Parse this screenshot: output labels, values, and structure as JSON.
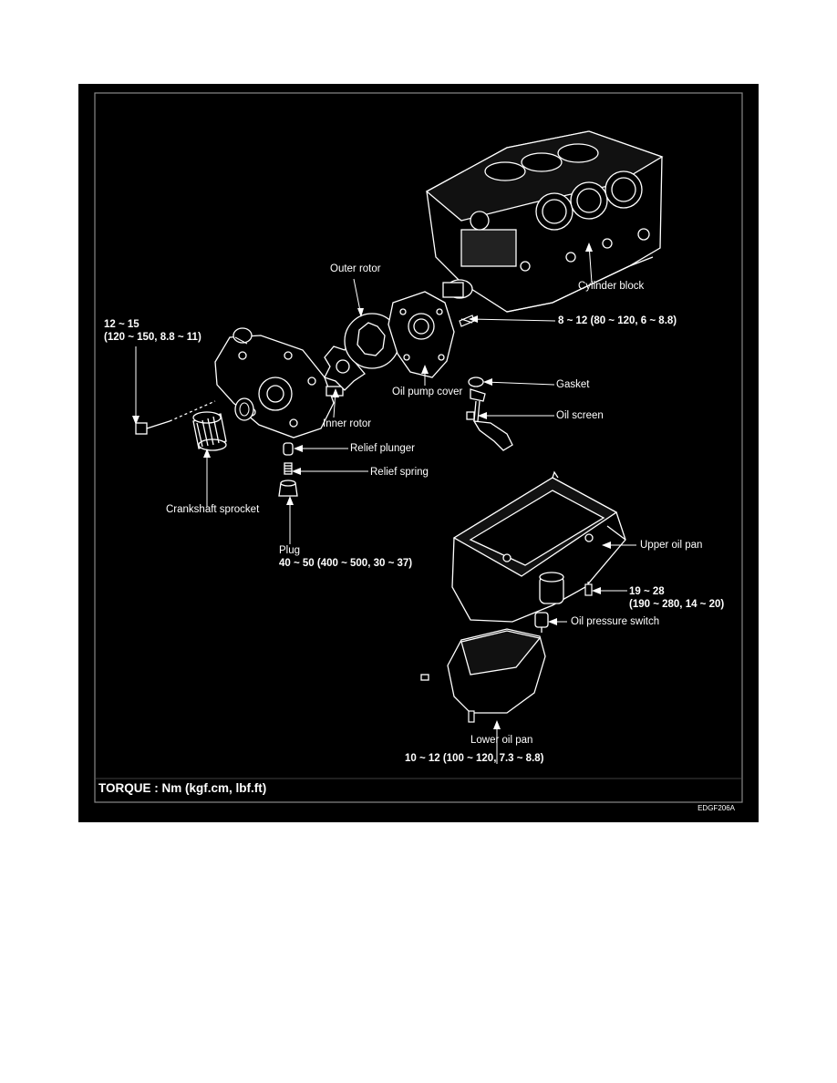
{
  "labels": {
    "outer_rotor": "Outer rotor",
    "cylinder_block": "Cylinder block",
    "torque_pump_bolts_1": "12 ~ 15",
    "torque_pump_bolts_2": "(120 ~ 150, 8.8 ~ 11)",
    "torque_cover_bolt": "8 ~ 12 (80 ~ 120, 6 ~ 8.8)",
    "gasket": "Gasket",
    "oil_pump_cover": "Oil pump cover",
    "oil_screen": "Oil screen",
    "inner_rotor": "Inner rotor",
    "relief_plunger": "Relief plunger",
    "relief_spring": "Relief spring",
    "crankshaft_sprocket": "Crankshaft sprocket",
    "plug": "Plug",
    "torque_plug": "40 ~ 50 (400 ~ 500, 30 ~ 37)",
    "upper_oil_pan": "Upper oil pan",
    "torque_upper_pan_1": "19 ~ 28",
    "torque_upper_pan_2": "(190 ~ 280, 14 ~ 20)",
    "oil_pressure_switch": "Oil pressure switch",
    "lower_oil_pan": "Lower oil pan",
    "torque_lower_pan": "10 ~ 12 (100 ~ 120, 7.3 ~ 8.8)",
    "torque_units": "TORQUE : Nm (kgf.cm, lbf.ft)",
    "figure_code": "EDGF206A"
  }
}
